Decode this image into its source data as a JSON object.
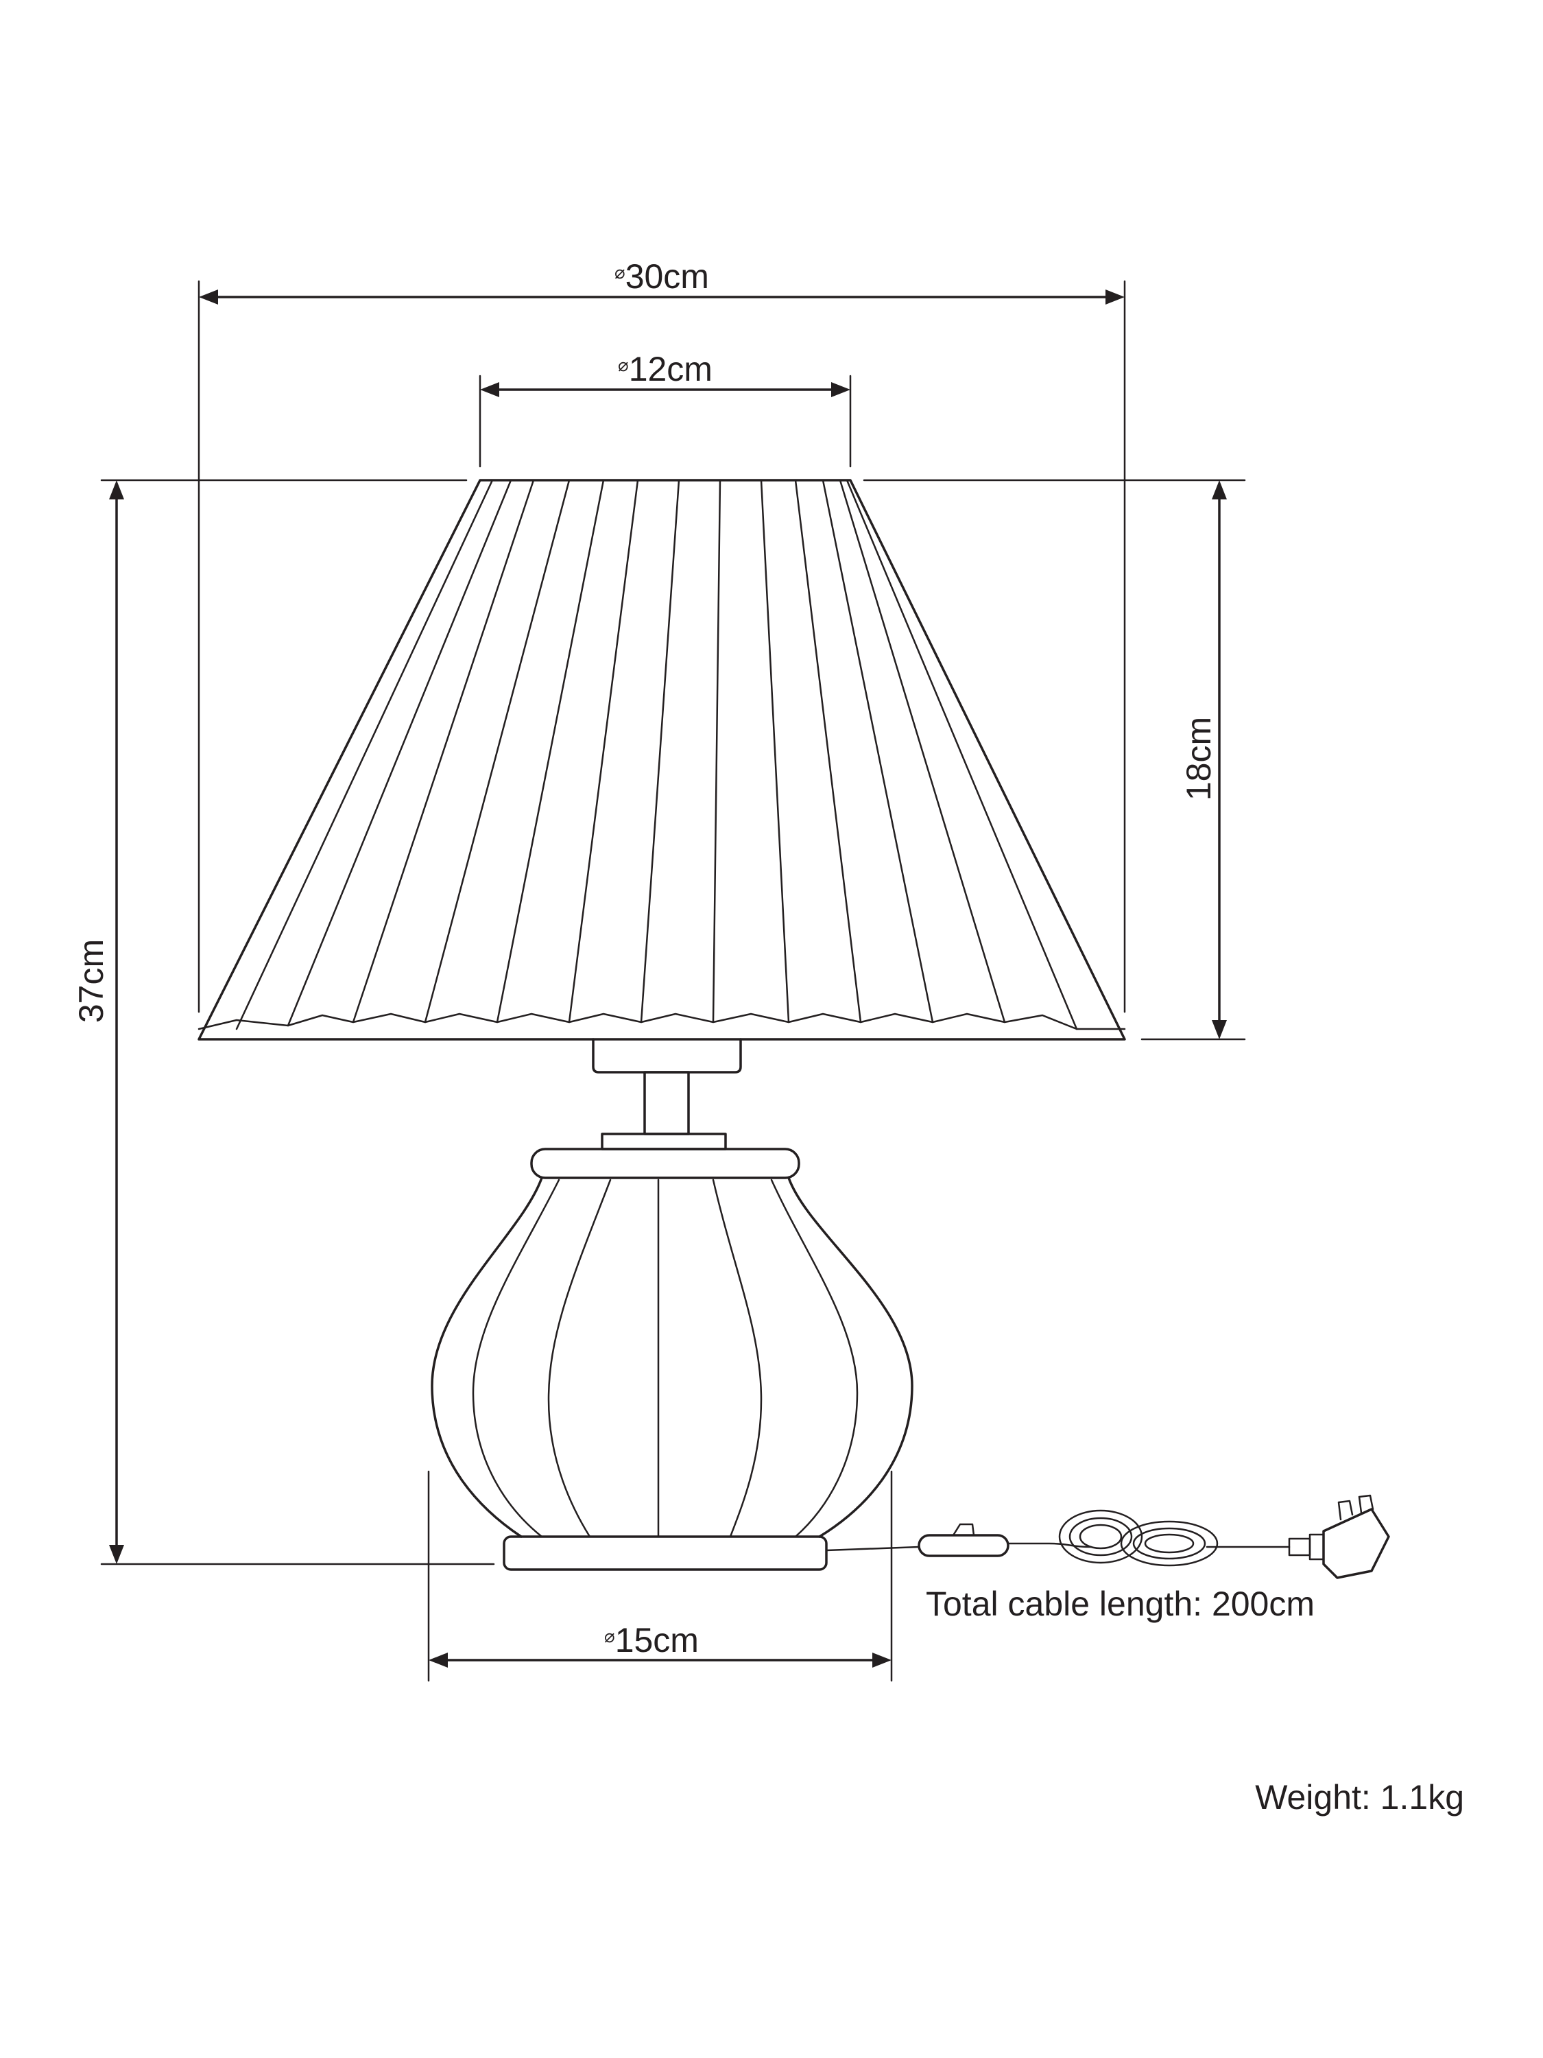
{
  "dimensions": {
    "shade_bottom_diameter": "30cm",
    "shade_top_diameter": "12cm",
    "shade_height": "18cm",
    "total_height": "37cm",
    "base_diameter": "15cm"
  },
  "diameter_symbol": "⌀",
  "cable_note": "Total cable length: 200cm",
  "weight_note": "Weight: 1.1kg"
}
